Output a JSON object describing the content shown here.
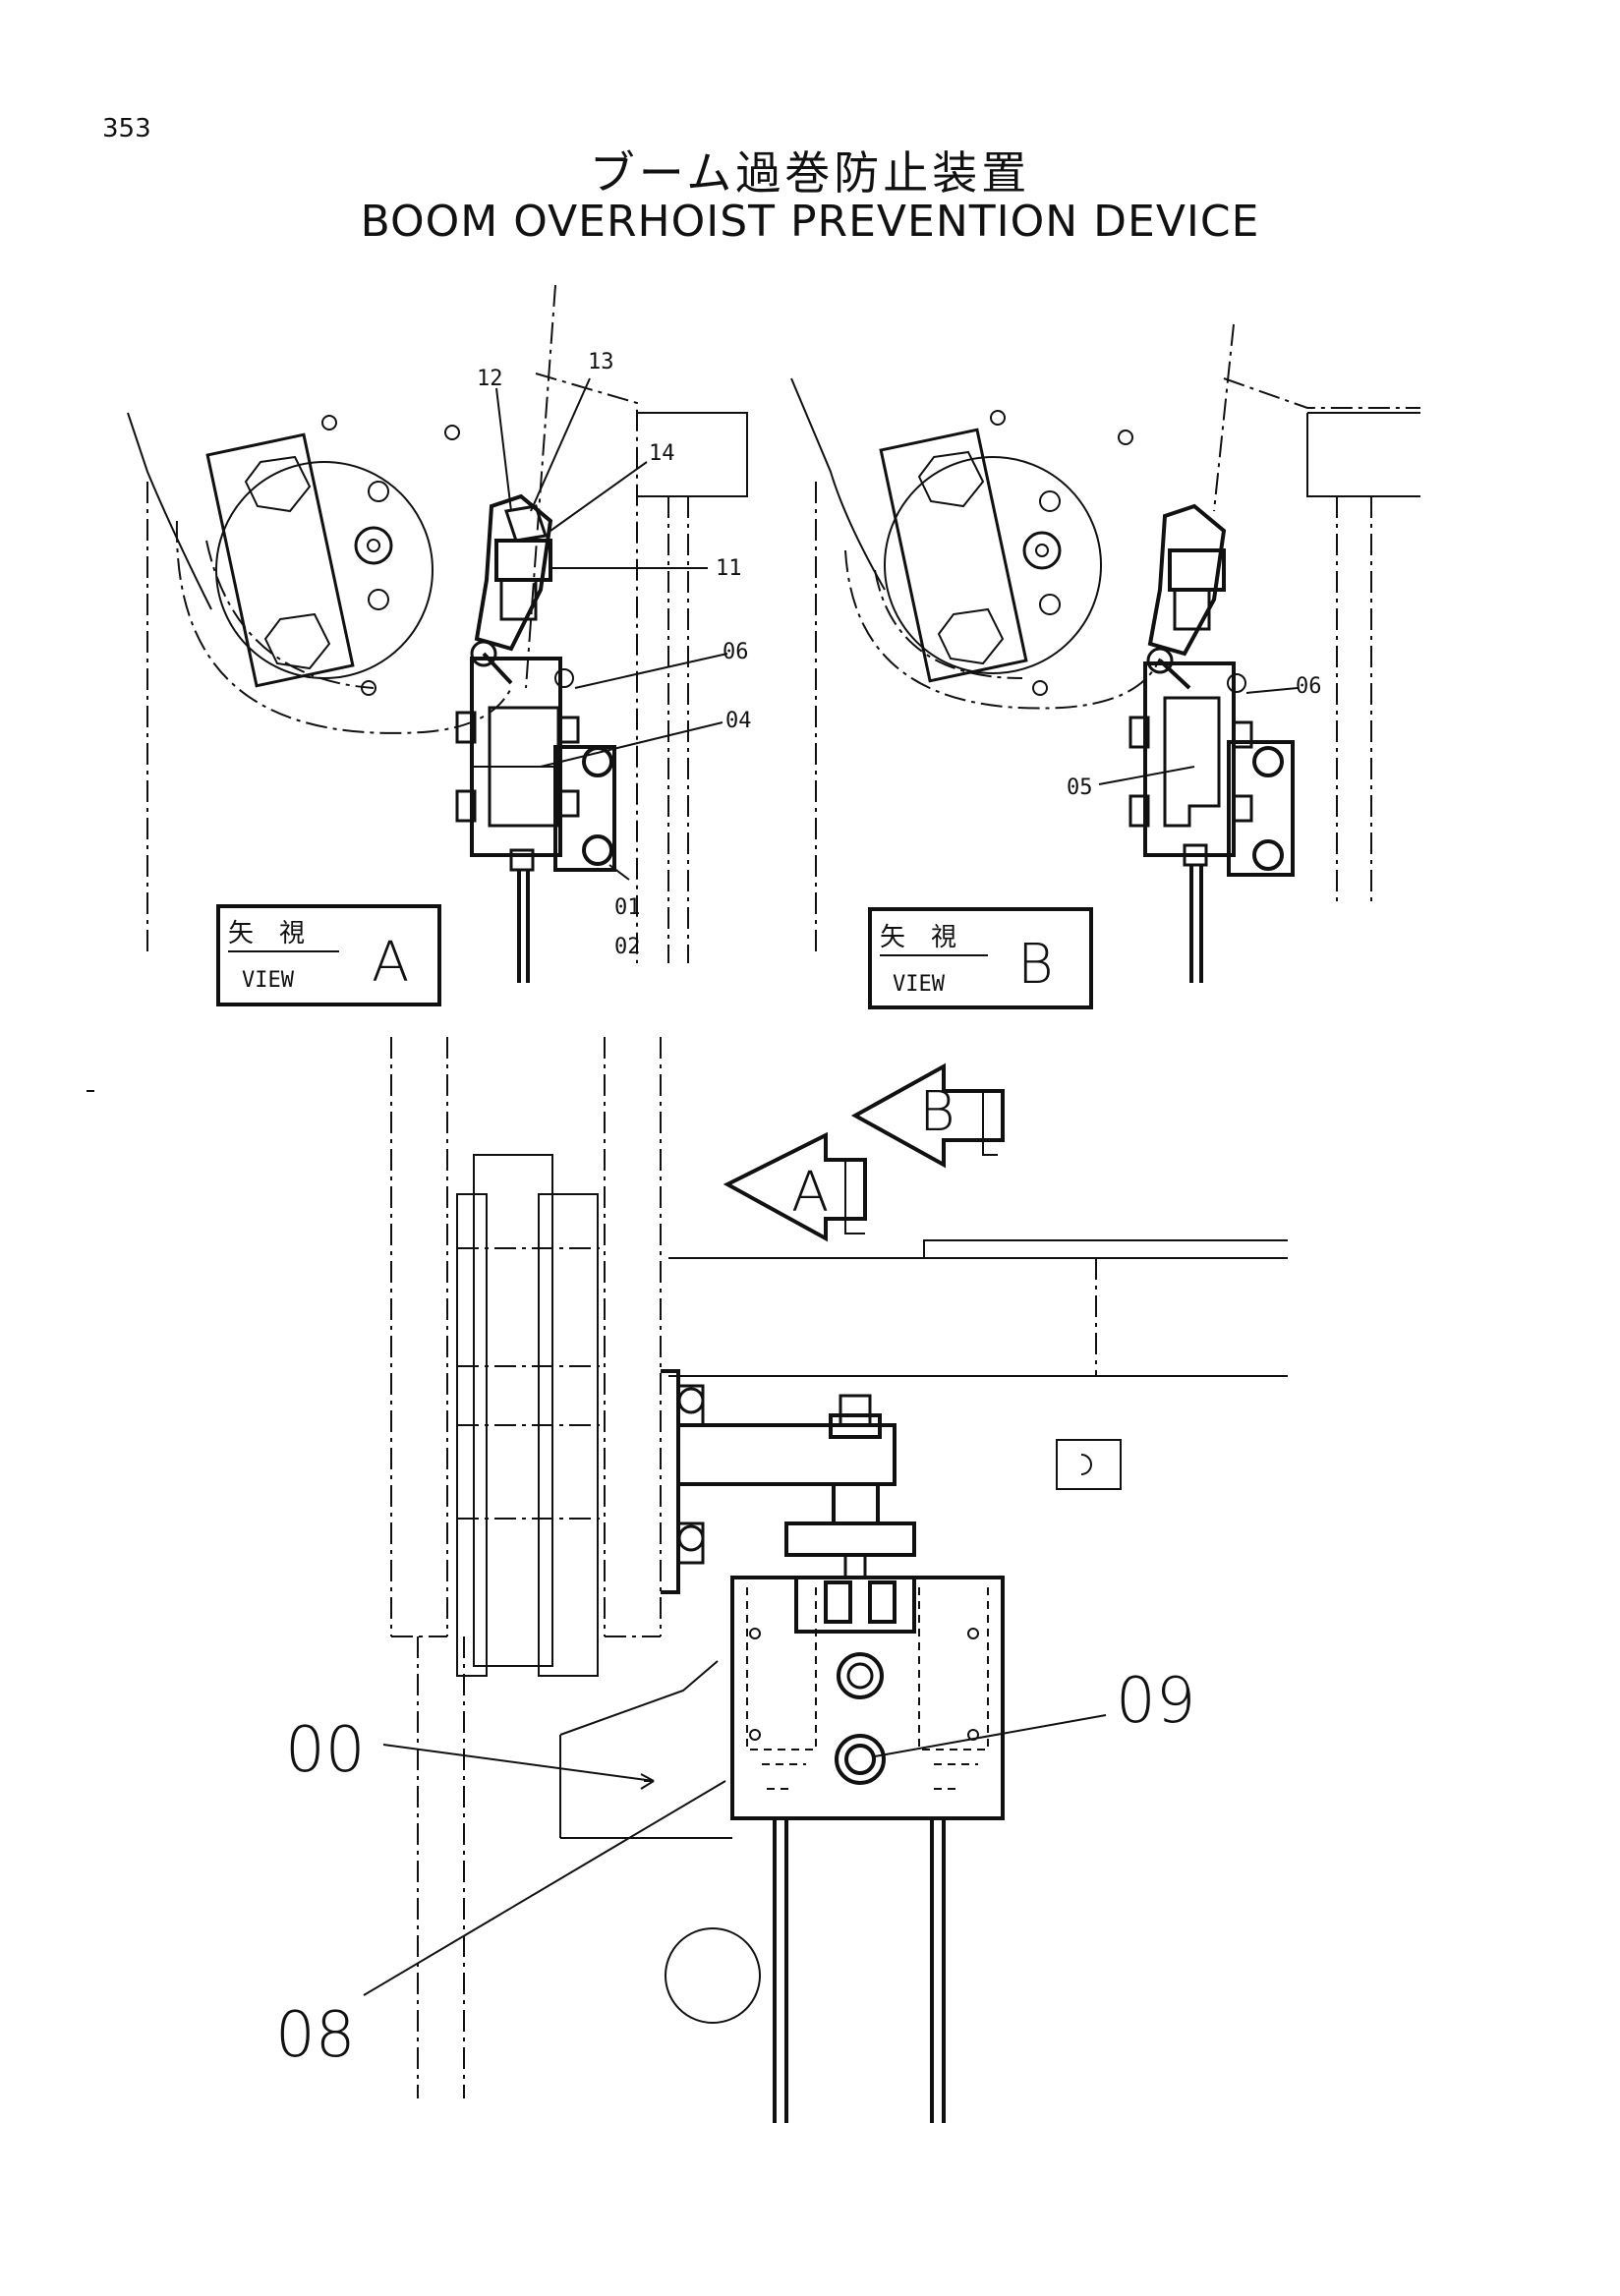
{
  "page_number": "353",
  "title_jp": "ブーム過巻防止装置",
  "title_en": "BOOM OVERHOIST PREVENTION DEVICE",
  "view_a": {
    "jp": "矢　視",
    "en": "VIEW",
    "letter": "A"
  },
  "view_b": {
    "jp": "矢　視",
    "en": "VIEW",
    "letter": "B"
  },
  "arrow_a_letter": "A",
  "arrow_b_letter": "B",
  "callouts_view_a": [
    "12",
    "13",
    "14",
    "11",
    "06",
    "04",
    "01",
    "02"
  ],
  "callouts_view_b": [
    "06",
    "05"
  ],
  "callouts_main": [
    "00",
    "09",
    "08"
  ]
}
